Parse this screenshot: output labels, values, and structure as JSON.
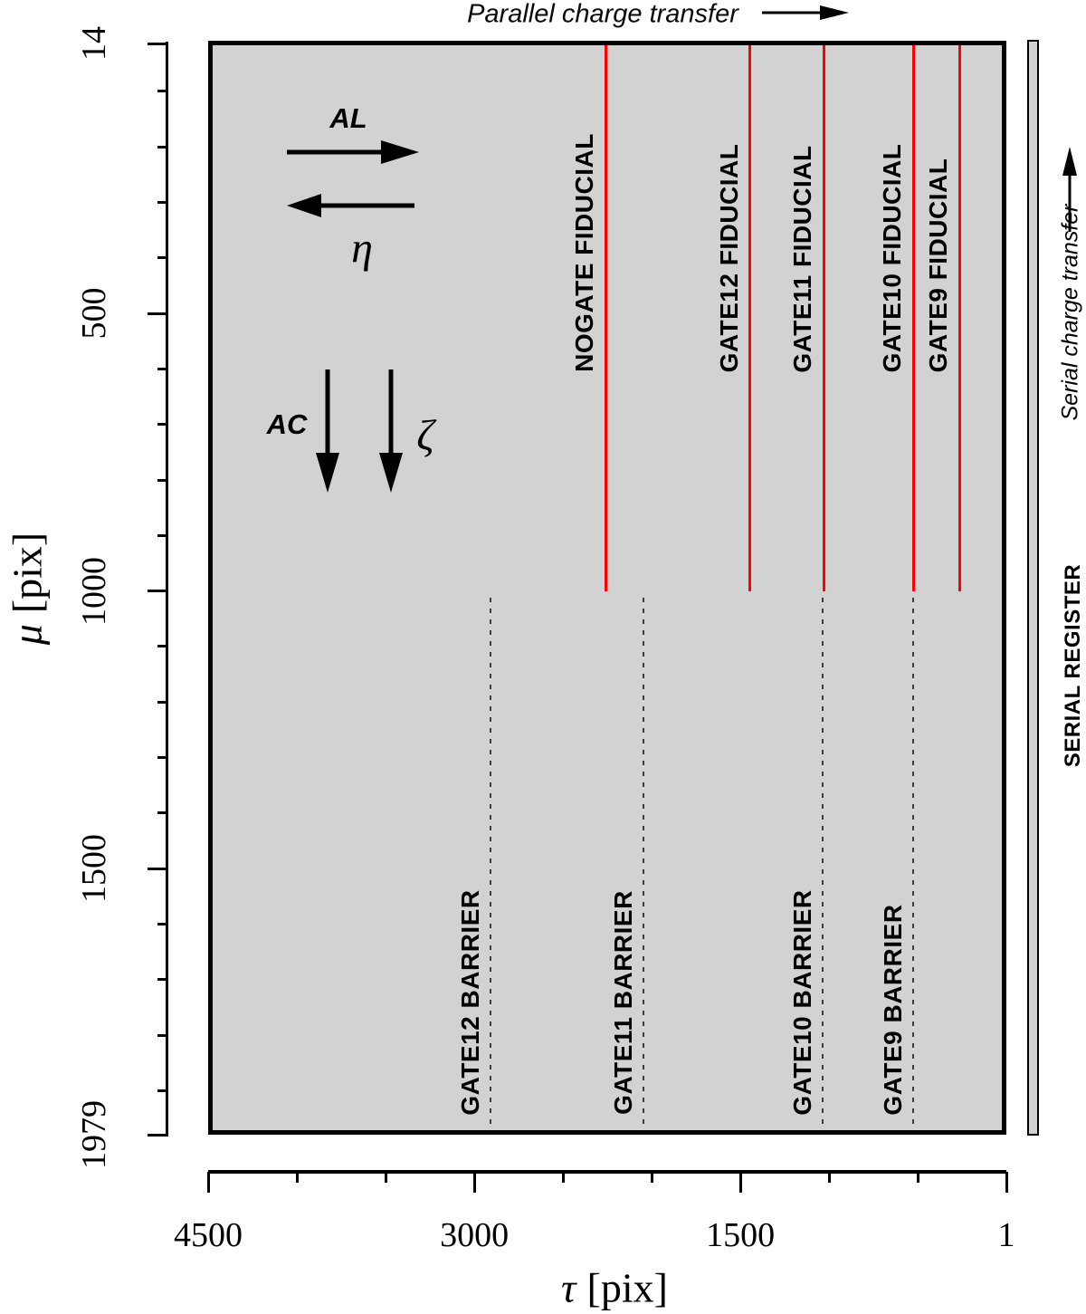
{
  "colors": {
    "plot_bg": "#d2d2d2",
    "frame": "#000000",
    "fiducial_line": "#ff0000",
    "barrier_line": "#3c3c3c"
  },
  "header": {
    "parallel_transfer_label": "Parallel charge transfer"
  },
  "right_panel": {
    "serial_transfer_label": "Serial charge transfer",
    "serial_register_label": "SERIAL REGISTER"
  },
  "annotations": {
    "al_label": "AL",
    "eta_label": "η",
    "ac_label": "AC",
    "zeta_label": "ζ"
  },
  "chart_data": {
    "type": "line",
    "title": "Parallel charge transfer",
    "xlabel": "τ [pix]",
    "xlabel_symbol": "τ",
    "xlabel_unit": "[pix]",
    "ylabel": "μ [pix]",
    "ylabel_symbol": "μ",
    "ylabel_unit": "[pix]",
    "xlim": [
      4500,
      1
    ],
    "ylim": [
      14,
      1979
    ],
    "x_axis_reversed": true,
    "grid": false,
    "x_major_ticks": [
      4500,
      3000,
      1500,
      1
    ],
    "x_minor_ticks": [
      4000,
      3500,
      2500,
      2000,
      1000,
      500
    ],
    "y_major_ticks": [
      14,
      500,
      1000,
      1500,
      1979
    ],
    "y_minor_ticks": [
      100,
      200,
      300,
      400,
      600,
      700,
      800,
      900,
      1100,
      1200,
      1300,
      1400,
      1600,
      1700,
      1800,
      1900
    ],
    "series": [
      {
        "name": "fiducial_lines",
        "style": "solid-red",
        "lines": [
          {
            "label": "NOGATE FIDUCIAL",
            "tau": 2260,
            "mu_start": 14,
            "mu_end": 1000
          },
          {
            "label": "GATE12 FIDUCIAL",
            "tau": 1445,
            "mu_start": 14,
            "mu_end": 1000
          },
          {
            "label": "GATE11 FIDUCIAL",
            "tau": 1030,
            "mu_start": 14,
            "mu_end": 1000
          },
          {
            "label": "GATE10 FIDUCIAL",
            "tau": 525,
            "mu_start": 14,
            "mu_end": 1000
          },
          {
            "label": "GATE9 FIDUCIAL",
            "tau": 265,
            "mu_start": 14,
            "mu_end": 1000
          }
        ]
      },
      {
        "name": "barrier_lines",
        "style": "dotted-black",
        "lines": [
          {
            "label": "GATE12 BARRIER",
            "tau": 2910,
            "mu_start": 1000,
            "mu_end": 1979
          },
          {
            "label": "GATE11 BARRIER",
            "tau": 2045,
            "mu_start": 1000,
            "mu_end": 1979
          },
          {
            "label": "GATE10 BARRIER",
            "tau": 1035,
            "mu_start": 1000,
            "mu_end": 1979
          },
          {
            "label": "GATE9 BARRIER",
            "tau": 525,
            "mu_start": 1000,
            "mu_end": 1979
          }
        ]
      }
    ]
  }
}
